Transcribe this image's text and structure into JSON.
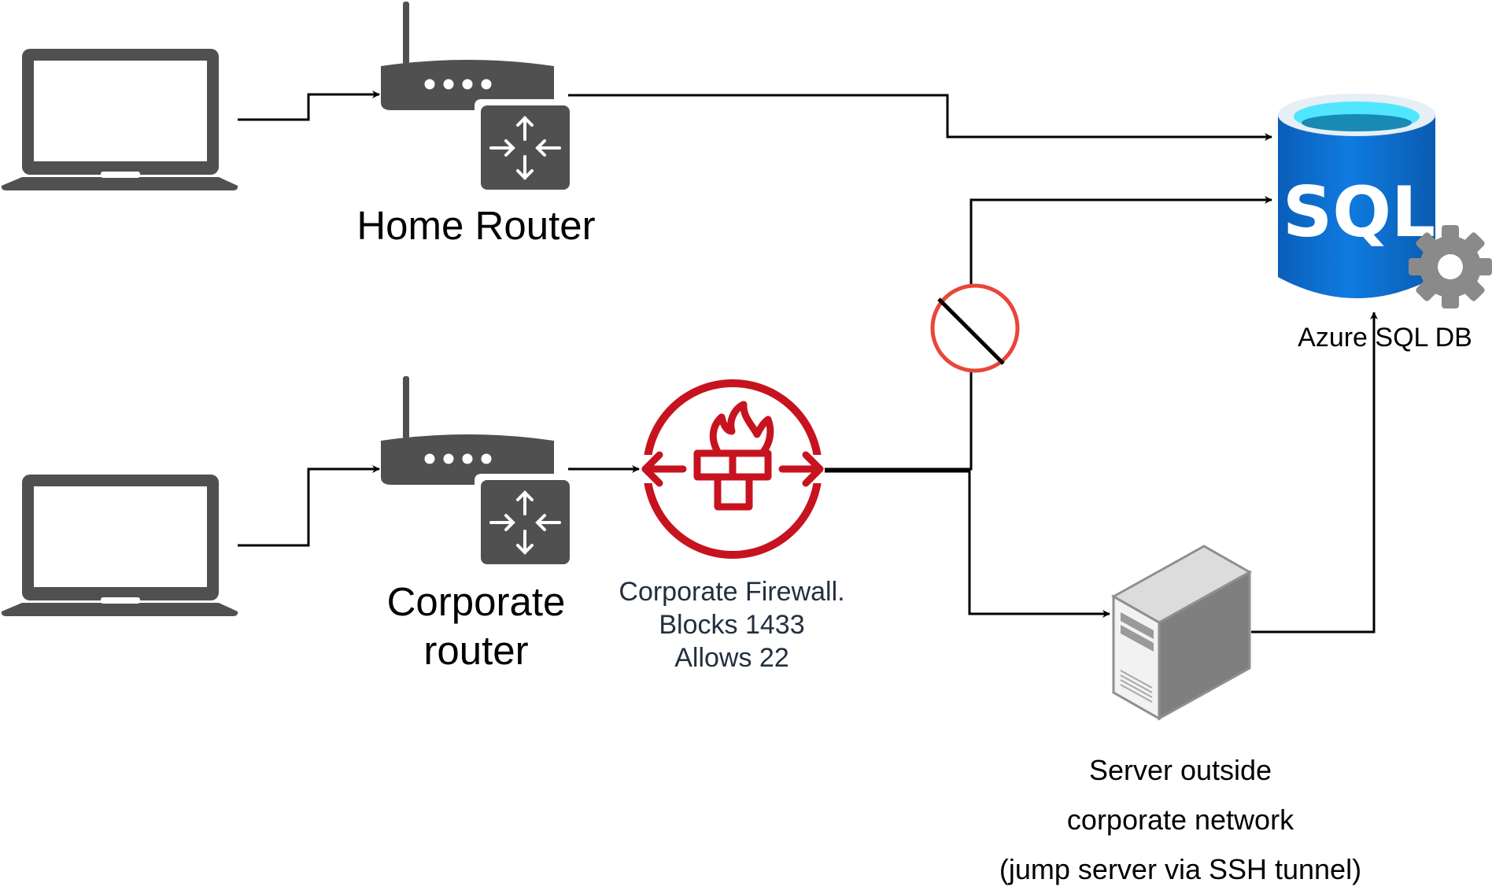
{
  "nodes": {
    "home_router": {
      "label": "Home Router"
    },
    "corporate_router": {
      "label_lines": [
        "Corporate",
        "router"
      ]
    },
    "firewall": {
      "label_lines": [
        "Corporate Firewall.",
        "Blocks 1433",
        "Allows 22"
      ]
    },
    "azure_sql": {
      "label": "Azure SQL DB",
      "icon_text": "SQL"
    },
    "server": {
      "label_lines": [
        "Server outside",
        "corporate network",
        "(jump server via SSH tunnel)"
      ]
    }
  },
  "colors": {
    "device_gray": "#505050",
    "firewall_red": "#c7131f",
    "blocked_red": "#e8463a",
    "sql_blue": "#0078d4",
    "sql_cyan": "#50e6ff",
    "gear_gray": "#8a8a8a",
    "line": "#000000"
  },
  "icons": {
    "laptop": "laptop-icon",
    "router": "router-icon",
    "firewall": "firewall-icon",
    "database": "sql-database-icon",
    "gear": "gear-icon",
    "blocked": "blocked-icon",
    "server": "server-tower-icon"
  }
}
